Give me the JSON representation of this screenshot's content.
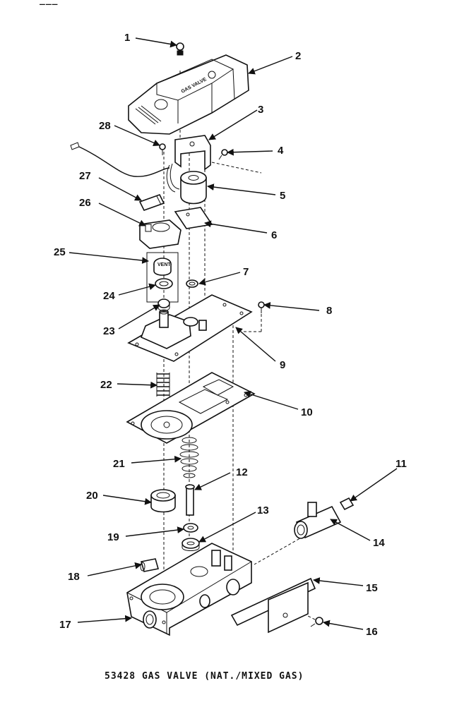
{
  "caption": "53428 GAS VALVE (NAT./MIXED GAS)",
  "top_cut_text": "___",
  "cover_label": "GAS VALVE",
  "vent_label": "VENT",
  "callouts": [
    "1",
    "2",
    "3",
    "4",
    "5",
    "6",
    "7",
    "8",
    "9",
    "10",
    "11",
    "12",
    "13",
    "14",
    "15",
    "16",
    "17",
    "18",
    "19",
    "20",
    "21",
    "22",
    "23",
    "24",
    "25",
    "26",
    "27",
    "28"
  ]
}
